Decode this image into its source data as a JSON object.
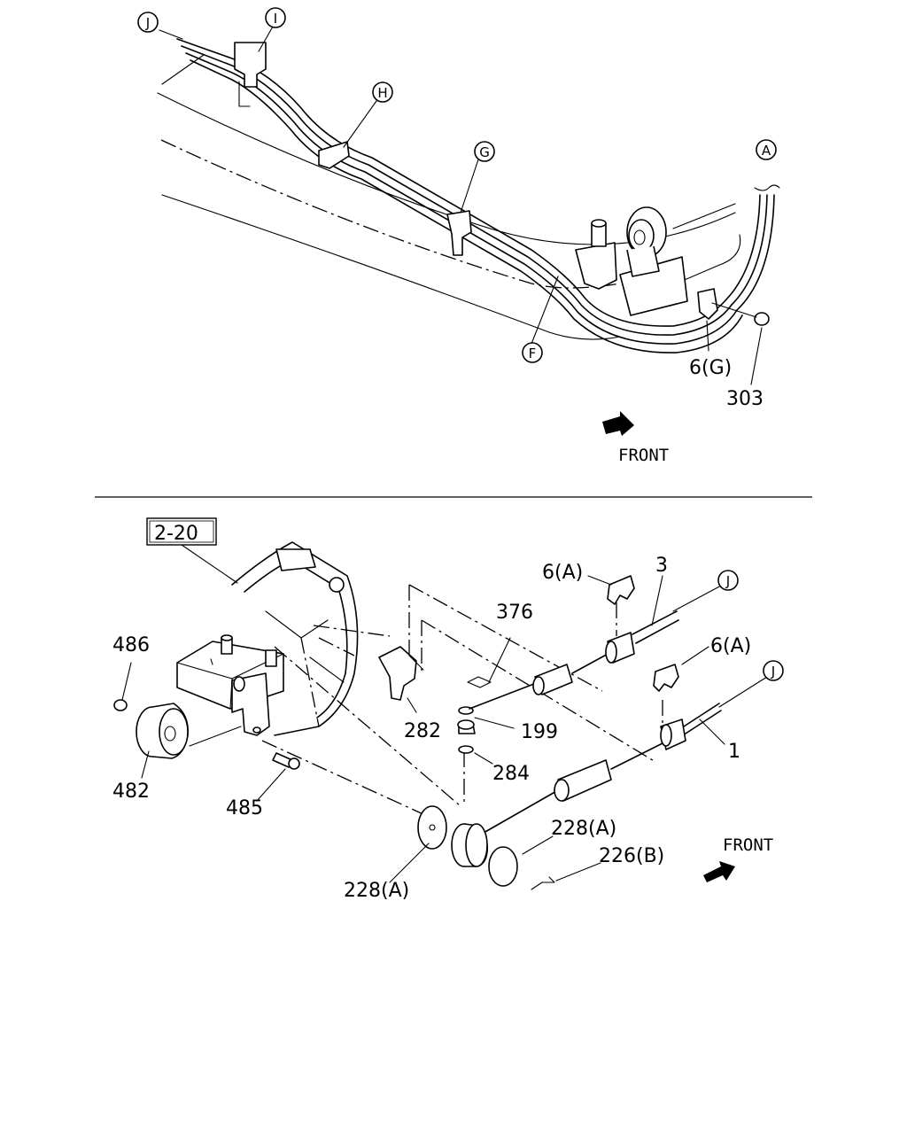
{
  "callouts_top": {
    "j": "J",
    "i": "I",
    "h": "H",
    "g": "G",
    "a": "A",
    "f": "F"
  },
  "labels_top": {
    "p6g": "6(G)",
    "p303": "303",
    "front": "FRONT"
  },
  "callouts_bottom": {
    "j1": "J",
    "j2": "J"
  },
  "labels_bottom": {
    "ref": "2-20",
    "p6a_1": "6(A)",
    "p3": "3",
    "p376": "376",
    "p6a_2": "6(A)",
    "p486": "486",
    "p282": "282",
    "p199": "199",
    "p1": "1",
    "p284": "284",
    "p482": "482",
    "p485": "485",
    "p228a_1": "228(A)",
    "p226b": "226(B)",
    "p228a_2": "228(A)",
    "front": "FRONT"
  }
}
